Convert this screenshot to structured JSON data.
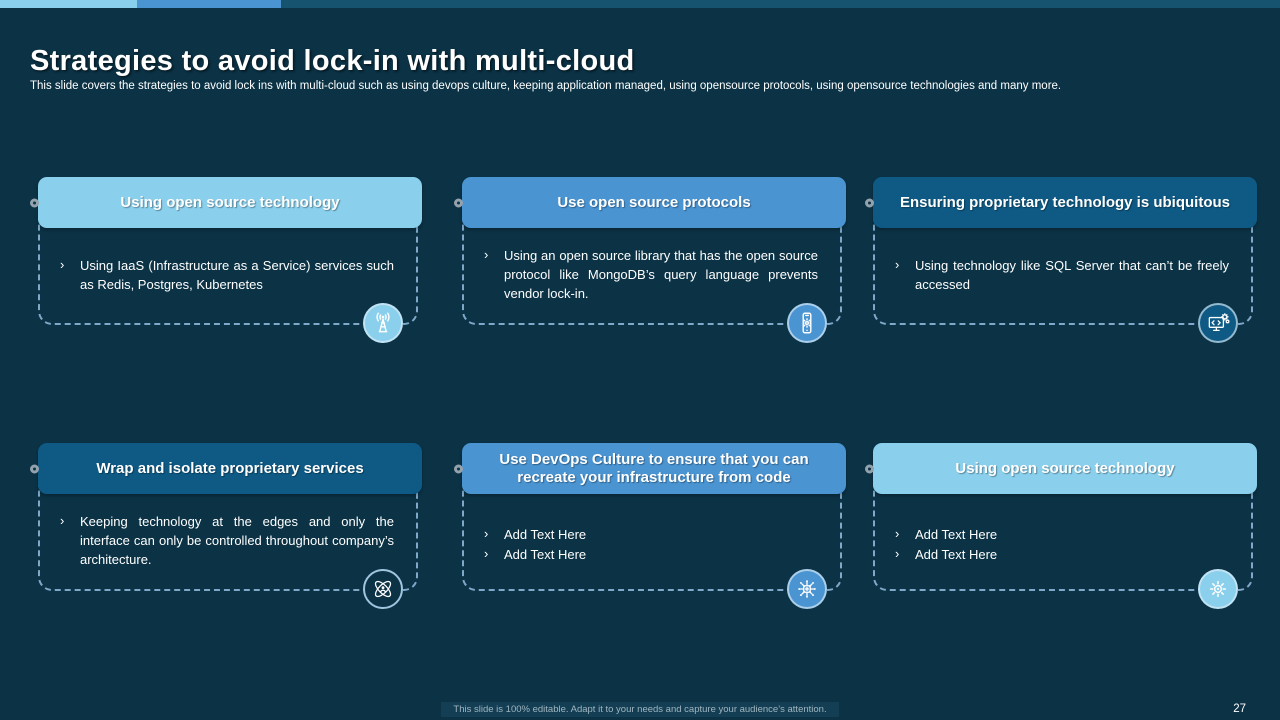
{
  "slide": {
    "title": "Strategies to avoid lock-in with multi-cloud",
    "subtitle": "This slide covers the strategies to avoid lock ins with multi-cloud such as using devops culture, keeping application managed, using opensource protocols, using opensource technologies and many more.",
    "footer": "This slide is 100% editable.  Adapt it to your needs and capture your audience’s attention.",
    "page_number": "27"
  },
  "colors": {
    "background": "#0B3245",
    "light_blue": "#8ACFEC",
    "medium_blue": "#4A94D2",
    "dark_blue": "#0E5A85",
    "dashed_border": "#7FA8C9",
    "topbar_teal": "#16536E",
    "footer_text": "#9FB6C1"
  },
  "cards": [
    {
      "title": "Using open source technology",
      "variant": "light",
      "icon": "broadcast-tower-icon",
      "bullets": [
        "Using IaaS (Infrastructure as a Service) services such as Redis, Postgres, Kubernetes"
      ]
    },
    {
      "title": "Use open source protocols",
      "variant": "medium",
      "icon": "smartphone-touch-icon",
      "bullets": [
        "Using an open source library that has the open source protocol like MongoDB’s query language prevents vendor lock-in."
      ]
    },
    {
      "title": "Ensuring proprietary technology is ubiquitous",
      "variant": "dark",
      "icon": "monitor-code-gear-icon",
      "bullets": [
        "Using technology like SQL Server that can’t be freely accessed"
      ]
    },
    {
      "title": "Wrap and isolate proprietary services",
      "variant": "dark",
      "icon": "atom-user-icon",
      "bullets": [
        "Keeping technology at the edges and only the interface can only be controlled throughout company’s architecture."
      ]
    },
    {
      "title": "Use DevOps Culture to ensure that you can recreate your infrastructure from code",
      "variant": "medium",
      "icon": "network-hub-icon",
      "bullets": [
        "Add Text Here",
        "Add Text Here"
      ]
    },
    {
      "title": "Using open source technology",
      "variant": "light",
      "icon": "gear-icon",
      "bullets": [
        "Add Text Here",
        "Add Text Here"
      ]
    }
  ]
}
